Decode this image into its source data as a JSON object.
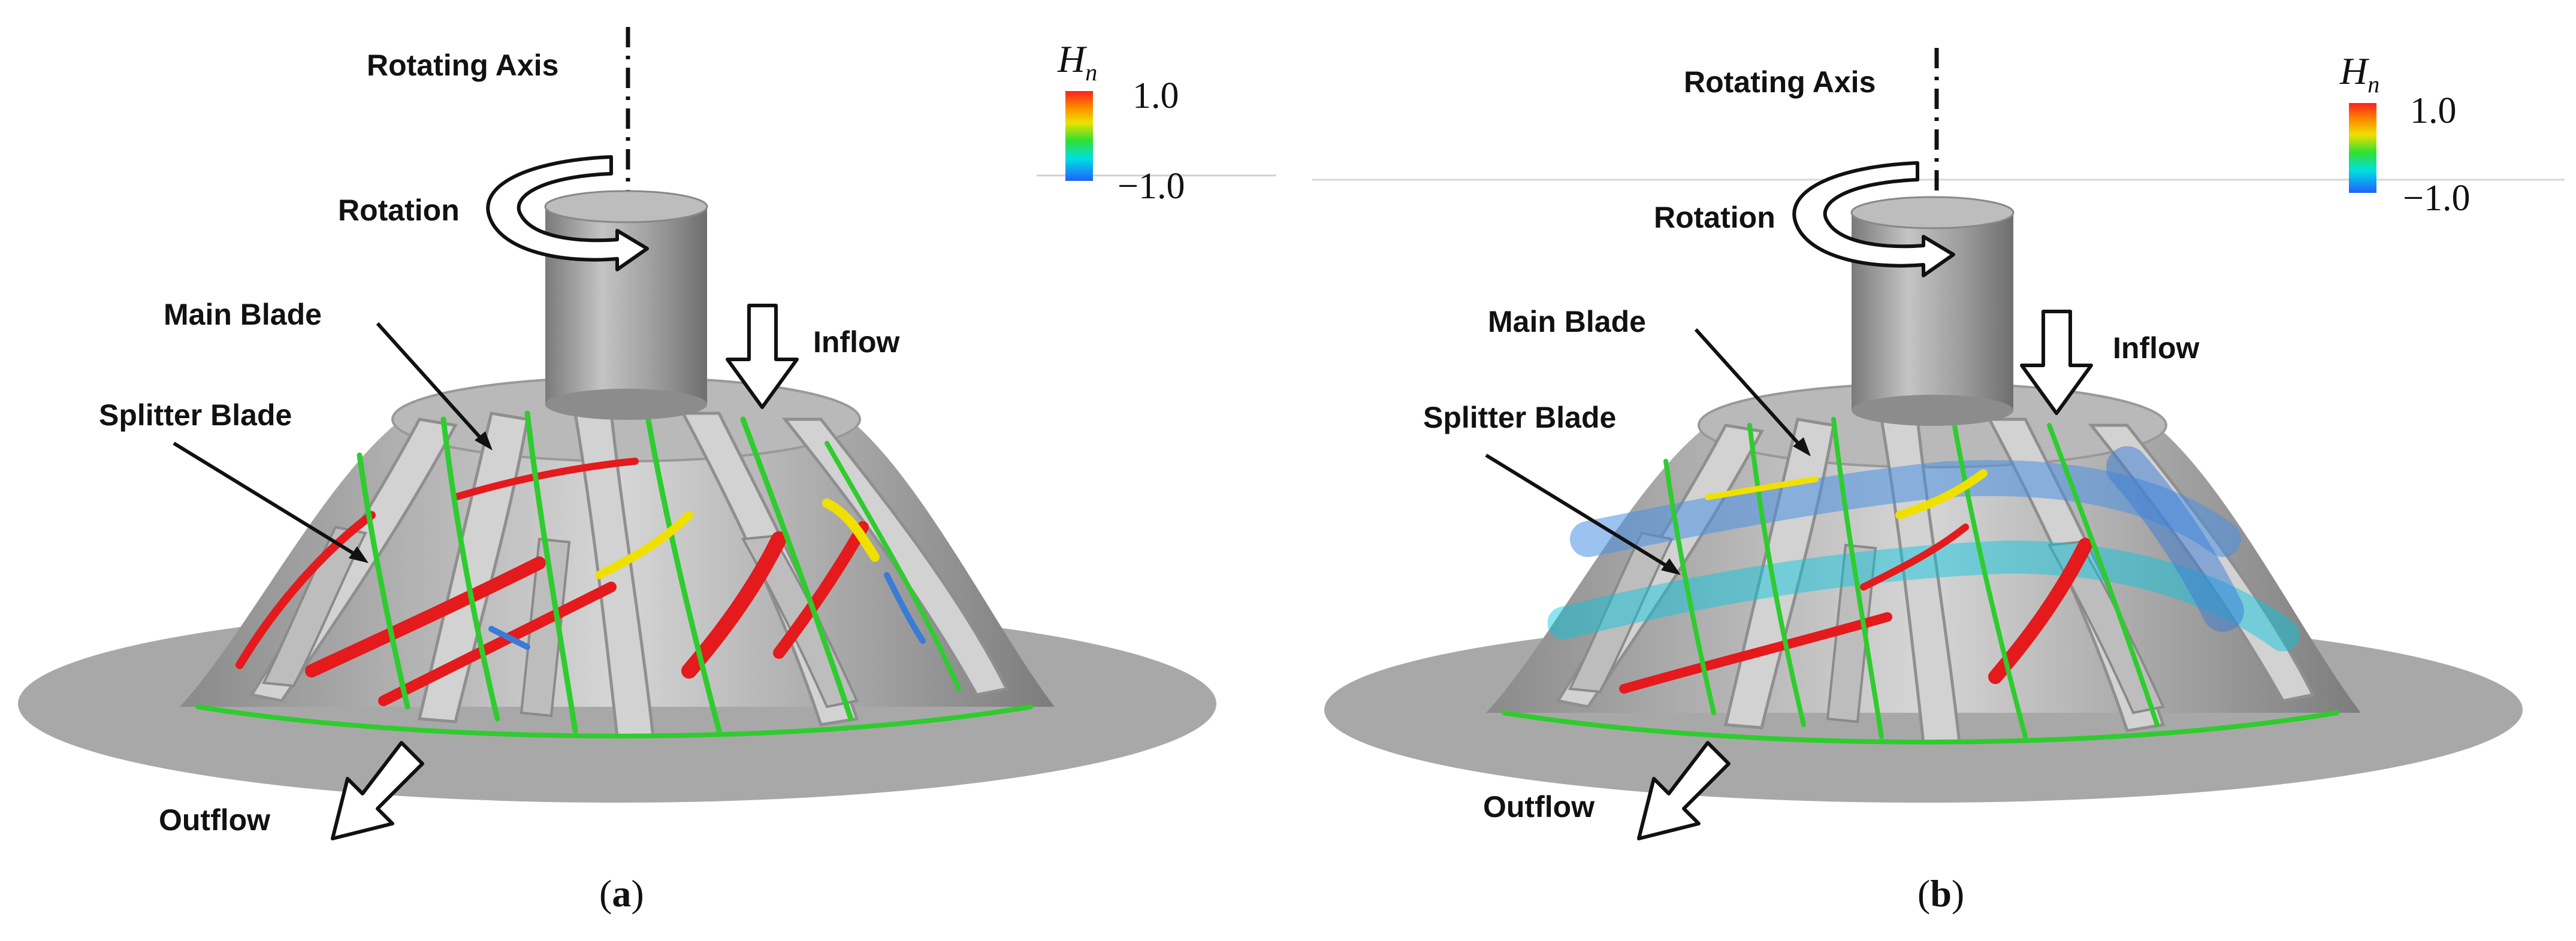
{
  "panels": [
    {
      "caption_open": "(",
      "caption_letter": "a",
      "caption_close": ")",
      "labels": {
        "rotating_axis": "Rotating Axis",
        "rotation": "Rotation",
        "main_blade": "Main Blade",
        "splitter_blade": "Splitter Blade",
        "inflow": "Inflow",
        "outflow": "Outflow"
      },
      "colorbar": {
        "symbol": "H",
        "subscript": "n",
        "max": "1.0",
        "min": "−1.0"
      }
    },
    {
      "caption_open": "(",
      "caption_letter": "b",
      "caption_close": ")",
      "labels": {
        "rotating_axis": "Rotating Axis",
        "rotation": "Rotation",
        "main_blade": "Main Blade",
        "splitter_blade": "Splitter Blade",
        "inflow": "Inflow",
        "outflow": "Outflow"
      },
      "colorbar": {
        "symbol": "H",
        "subscript": "n",
        "max": "1.0",
        "min": "−1.0"
      }
    }
  ],
  "colors": {
    "hub": "#a9a9a9",
    "shaft": "#9c9c9c",
    "blade": "#c8c8c8",
    "red_vortex": "#e41a1c",
    "green_vortex": "#2ecc2e",
    "blue_vortex": "#3a7bd5"
  }
}
